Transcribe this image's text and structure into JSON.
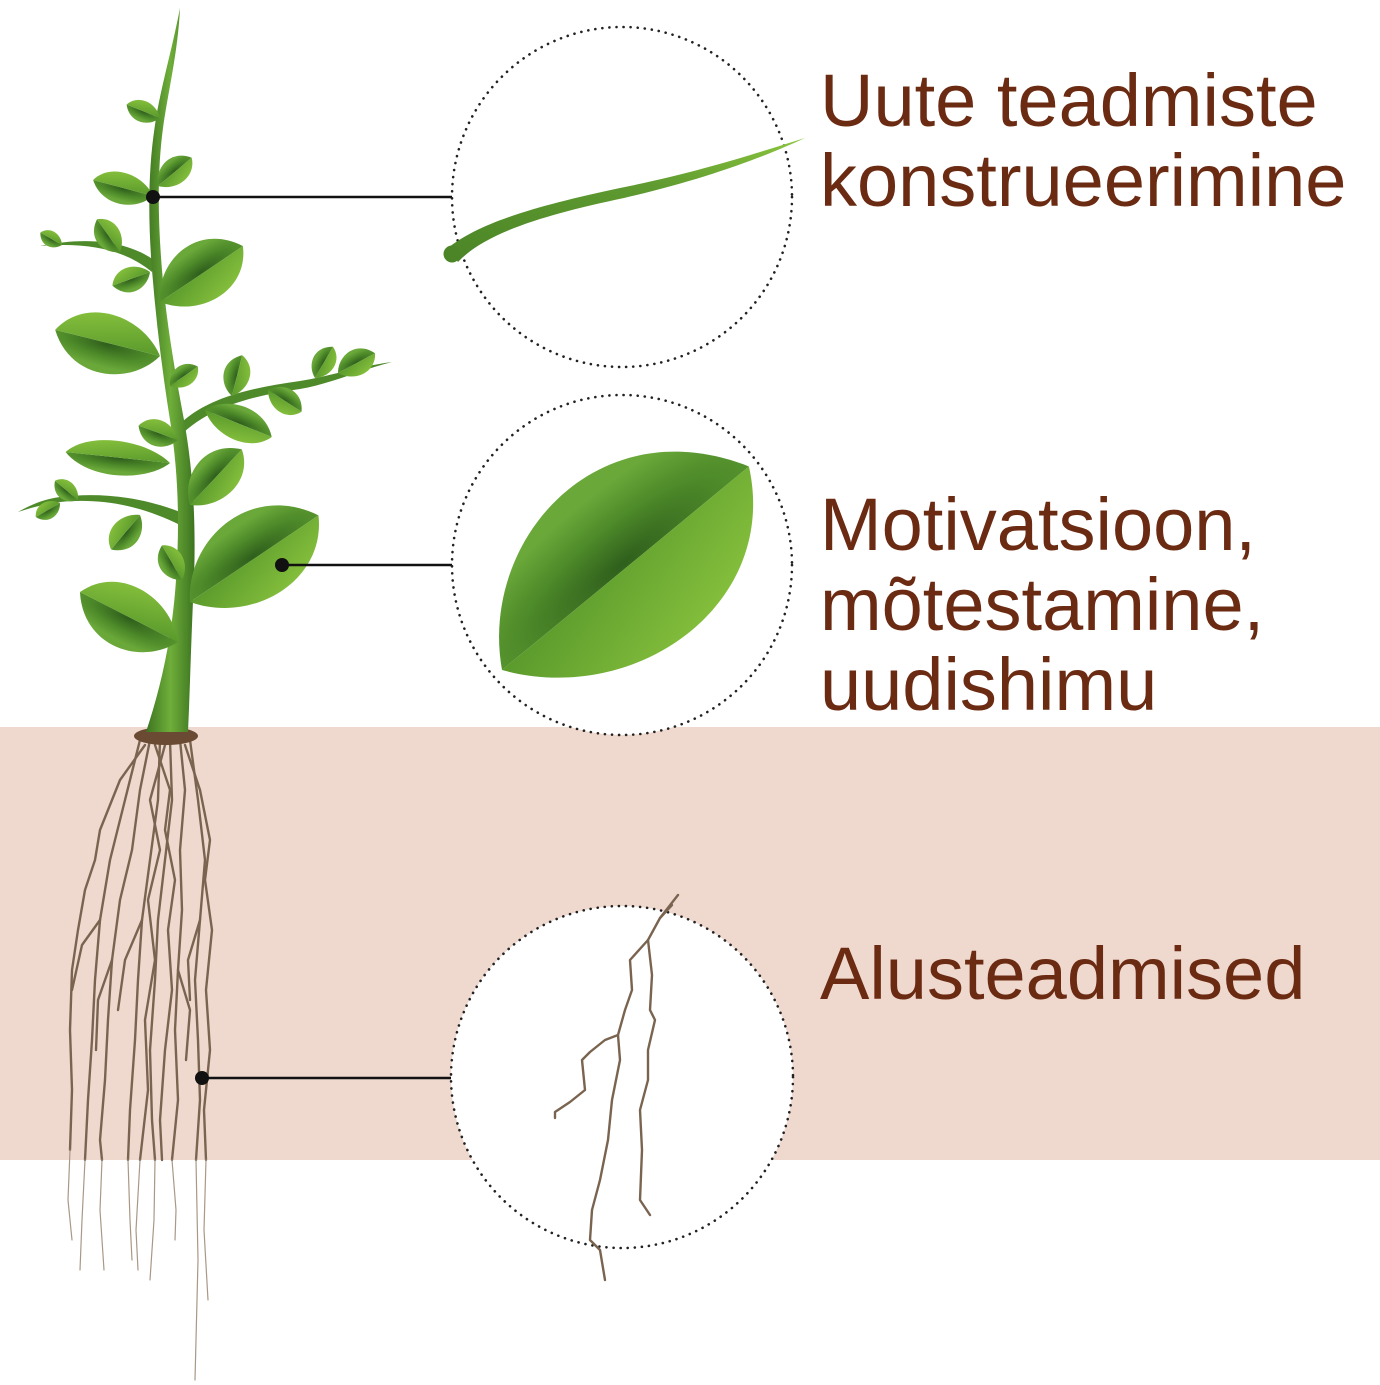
{
  "labels": {
    "new_knowledge": {
      "lines": [
        "Uute teadmiste",
        "konstrueerimine"
      ]
    },
    "motivation": {
      "lines": [
        "Motivatsioon,",
        "mõtestamine,",
        "uudishimu"
      ]
    },
    "prior_knowledge": {
      "lines": [
        "Alusteadmised"
      ]
    }
  },
  "callouts": [
    {
      "part": "stem-tip",
      "icon": "tendril-icon",
      "label": "new_knowledge"
    },
    {
      "part": "leaf",
      "icon": "leaf-icon",
      "label": "motivation"
    },
    {
      "part": "root",
      "icon": "root-icon",
      "label": "prior_knowledge"
    }
  ],
  "colors": {
    "label_text": "#6b2a12",
    "soil_band": "#efd9cf",
    "root": "#7a6450",
    "leaf_light": "#8cc63f",
    "leaf_dark": "#2f6b1f",
    "stem": "#4e8a2a"
  }
}
